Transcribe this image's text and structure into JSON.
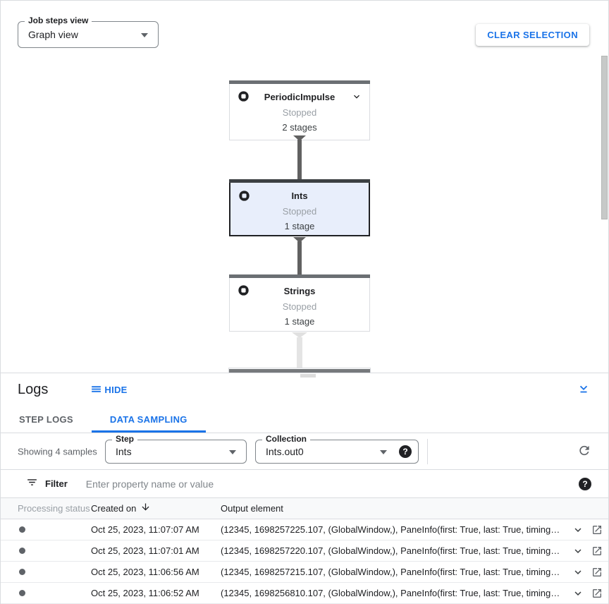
{
  "accent": "#1a73e8",
  "toolbar": {
    "view_select": {
      "label": "Job steps view",
      "value": "Graph view"
    },
    "clear_selection_label": "CLEAR SELECTION"
  },
  "graph": {
    "nodes": [
      {
        "title": "PeriodicImpulse",
        "status": "Stopped",
        "stages": "2 stages",
        "selected": false,
        "expandable": true
      },
      {
        "title": "Ints",
        "status": "Stopped",
        "stages": "1 stage",
        "selected": true,
        "expandable": false
      },
      {
        "title": "Strings",
        "status": "Stopped",
        "stages": "1 stage",
        "selected": false,
        "expandable": false
      }
    ]
  },
  "logs": {
    "title": "Logs",
    "hide_label": "HIDE",
    "tabs": [
      {
        "label": "STEP LOGS",
        "active": false
      },
      {
        "label": "DATA SAMPLING",
        "active": true
      }
    ],
    "sampling": {
      "showing_text": "Showing 4 samples",
      "step_select": {
        "label": "Step",
        "value": "Ints"
      },
      "collection_select": {
        "label": "Collection",
        "value": "Ints.out0"
      },
      "help_glyph": "?"
    },
    "filter": {
      "label": "Filter",
      "placeholder": "Enter property name or value",
      "help_glyph": "?"
    },
    "table": {
      "columns": {
        "status": "Processing status",
        "created": "Created on",
        "output": "Output element"
      },
      "rows": [
        {
          "created_on": "Oct 25, 2023, 11:07:07 AM",
          "output_element": "(12345, 1698257225.107, (GlobalWindow,), PaneInfo(first: True, last: True, timing…"
        },
        {
          "created_on": "Oct 25, 2023, 11:07:01 AM",
          "output_element": "(12345, 1698257220.107, (GlobalWindow,), PaneInfo(first: True, last: True, timing…"
        },
        {
          "created_on": "Oct 25, 2023, 11:06:56 AM",
          "output_element": "(12345, 1698257215.107, (GlobalWindow,), PaneInfo(first: True, last: True, timing…"
        },
        {
          "created_on": "Oct 25, 2023, 11:06:52 AM",
          "output_element": "(12345, 1698256810.107, (GlobalWindow,), PaneInfo(first: True, last: True, timing…"
        }
      ]
    }
  }
}
